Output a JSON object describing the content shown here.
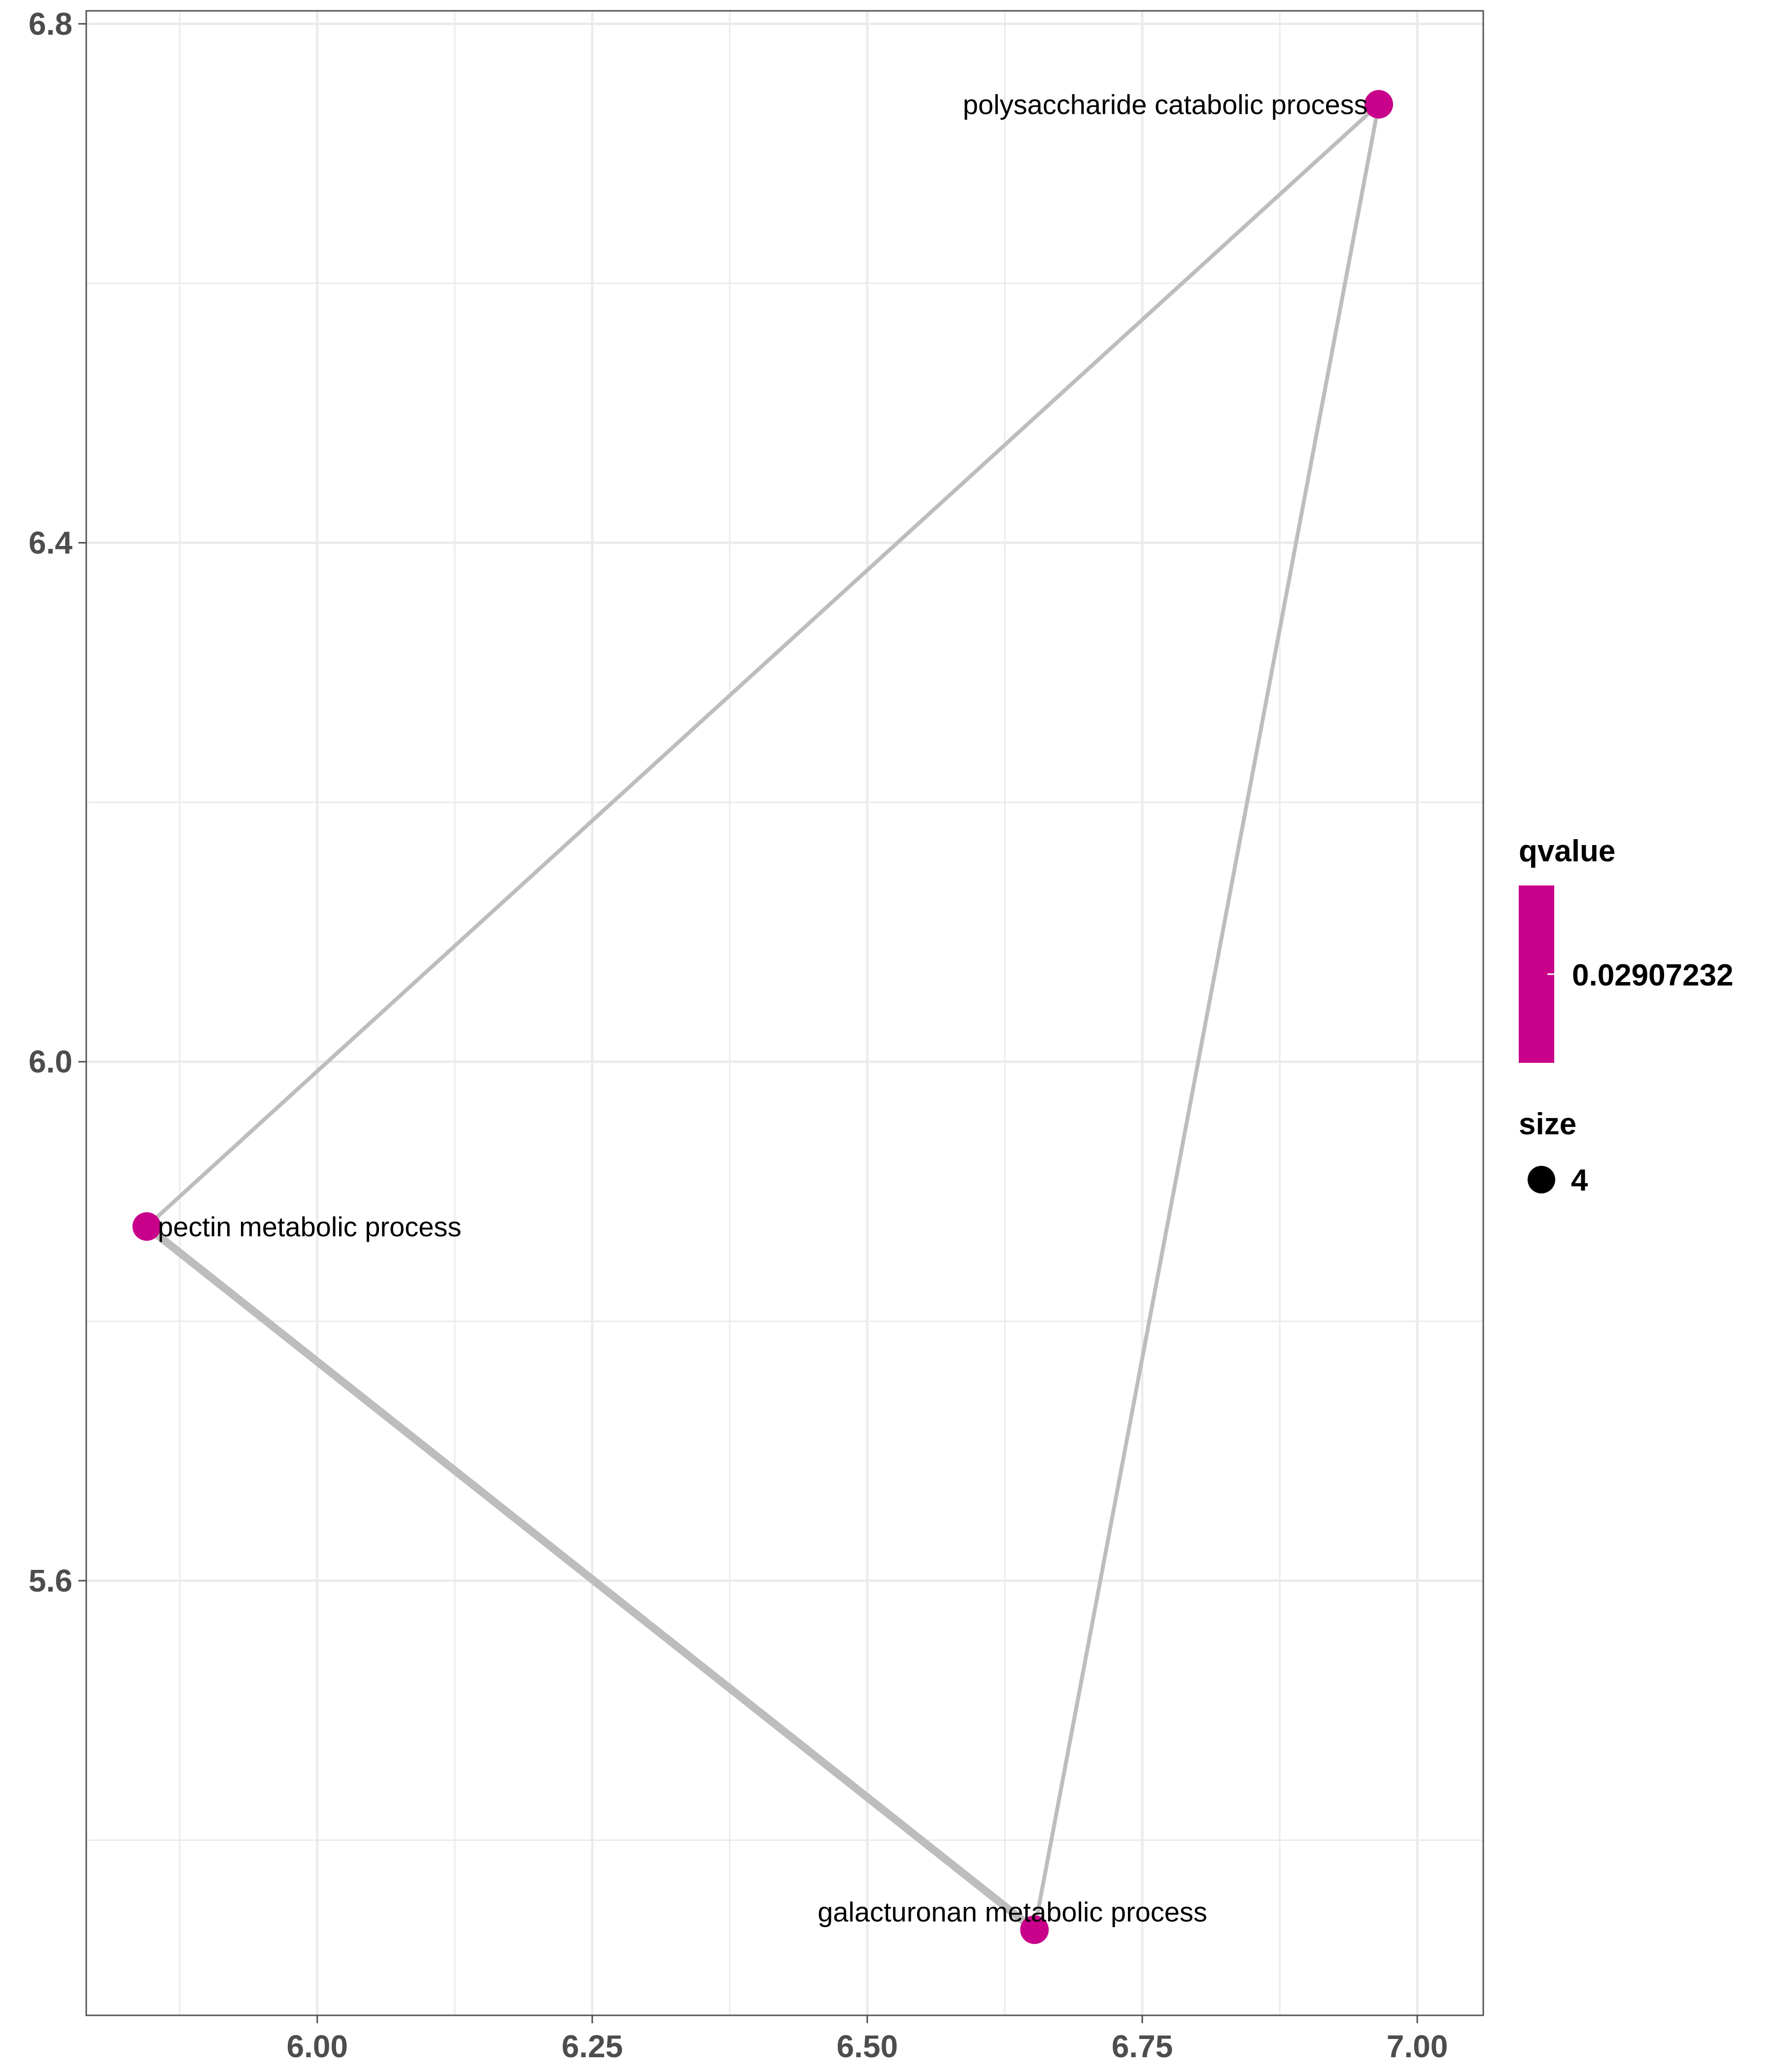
{
  "chart_data": {
    "type": "scatter",
    "title": "",
    "xlabel": "",
    "ylabel": "",
    "xlim": [
      5.79,
      7.06
    ],
    "ylim": [
      5.265,
      6.81
    ],
    "x_ticks": [
      {
        "value": 6.0,
        "label": "6.00"
      },
      {
        "value": 6.25,
        "label": "6.25"
      },
      {
        "value": 6.5,
        "label": "6.50"
      },
      {
        "value": 6.75,
        "label": "6.75"
      },
      {
        "value": 7.0,
        "label": "7.00"
      }
    ],
    "x_minor_ticks": [
      5.875,
      6.125,
      6.375,
      6.625,
      6.875
    ],
    "y_ticks": [
      {
        "value": 5.6,
        "label": "5.6"
      },
      {
        "value": 6.0,
        "label": "6.0"
      },
      {
        "value": 6.4,
        "label": "6.4"
      },
      {
        "value": 6.8,
        "label": "6.8"
      }
    ],
    "y_minor_ticks": [
      5.4,
      5.8,
      6.2,
      6.6
    ],
    "grid": true,
    "nodes": [
      {
        "id": "polysaccharide",
        "label": "polysaccharide catabolic process",
        "x": 6.965,
        "y": 6.738,
        "label_anchor": "end",
        "label_dx": -0.01,
        "label_dy": 0.0
      },
      {
        "id": "pectin",
        "label": "pectin metabolic process",
        "x": 5.845,
        "y": 5.873,
        "label_anchor": "start",
        "label_dx": 0.01,
        "label_dy": 0.0
      },
      {
        "id": "galacturonan",
        "label": "galacturonan metabolic process",
        "x": 6.652,
        "y": 5.331,
        "label_anchor": "middle",
        "label_dx": -0.02,
        "label_dy": 0.014
      }
    ],
    "edges": [
      {
        "source": "polysaccharide",
        "target": "pectin",
        "weight": 1
      },
      {
        "source": "polysaccharide",
        "target": "galacturonan",
        "weight": 1
      },
      {
        "source": "pectin",
        "target": "galacturonan",
        "weight": 2
      }
    ],
    "legend": {
      "placement": "right",
      "color_title": "qvalue",
      "color_value": "0.02907232",
      "size_title": "size",
      "size_value": "4"
    },
    "colors": {
      "node": "#c8008a",
      "edge": "#bdbdbd",
      "grid": "#ebebeb",
      "panel_border": "#555555",
      "axis_text": "#4d4d4d"
    }
  }
}
